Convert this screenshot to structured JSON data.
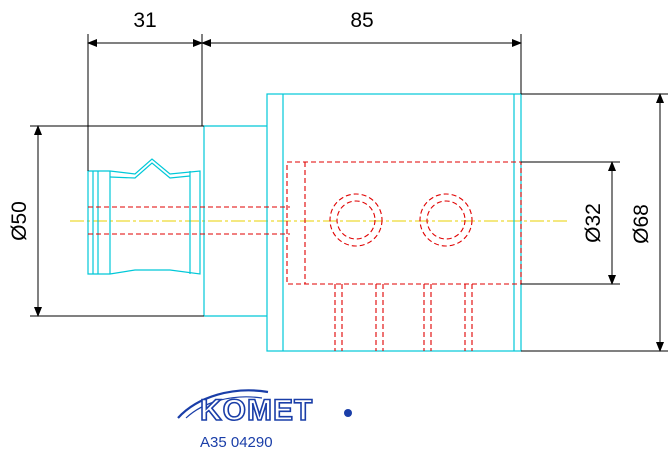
{
  "dimensions": {
    "top_left": "31",
    "top_right": "85",
    "dia_left": "Ø50",
    "dia_right_inner": "Ø32",
    "dia_right_outer": "Ø68"
  },
  "logo": {
    "brand": "KOMET",
    "part_number": "A35 04290"
  },
  "colors": {
    "outline": "#00c8d8",
    "hidden": "#e00000",
    "centerline": "#e8d000",
    "dimension": "#000000",
    "logo": "#1a3ea8"
  }
}
